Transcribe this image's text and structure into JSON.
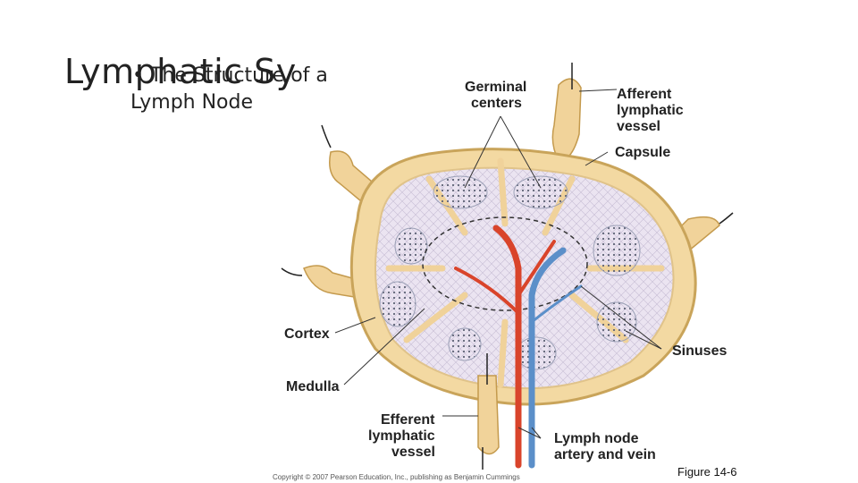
{
  "slide": {
    "title_overlap": "Lymphatic Sy",
    "bullet_line1": "• The Structure of a",
    "bullet_line2": "Lymph Node"
  },
  "labels": {
    "germinal_1": "Germinal",
    "germinal_2": "centers",
    "afferent_1": "Afferent",
    "afferent_2": "lymphatic",
    "afferent_3": "vessel",
    "capsule": "Capsule",
    "cortex": "Cortex",
    "sinuses": "Sinuses",
    "medulla": "Medulla",
    "efferent_1": "Efferent",
    "efferent_2": "lymphatic",
    "efferent_3": "vessel",
    "artery_1": "Lymph node",
    "artery_2": "artery and vein"
  },
  "copyright": "Copyright © 2007 Pearson Education, Inc., publishing as Benjamin Cummings",
  "figure": "Figure 14-6",
  "colors": {
    "capsule": "#f3d9a2",
    "capsule_edge": "#c9a45a",
    "cortex": "#ece6f2",
    "germinal": "#8c8fa3",
    "artery": "#d9442b",
    "vein": "#5b8fc9"
  }
}
